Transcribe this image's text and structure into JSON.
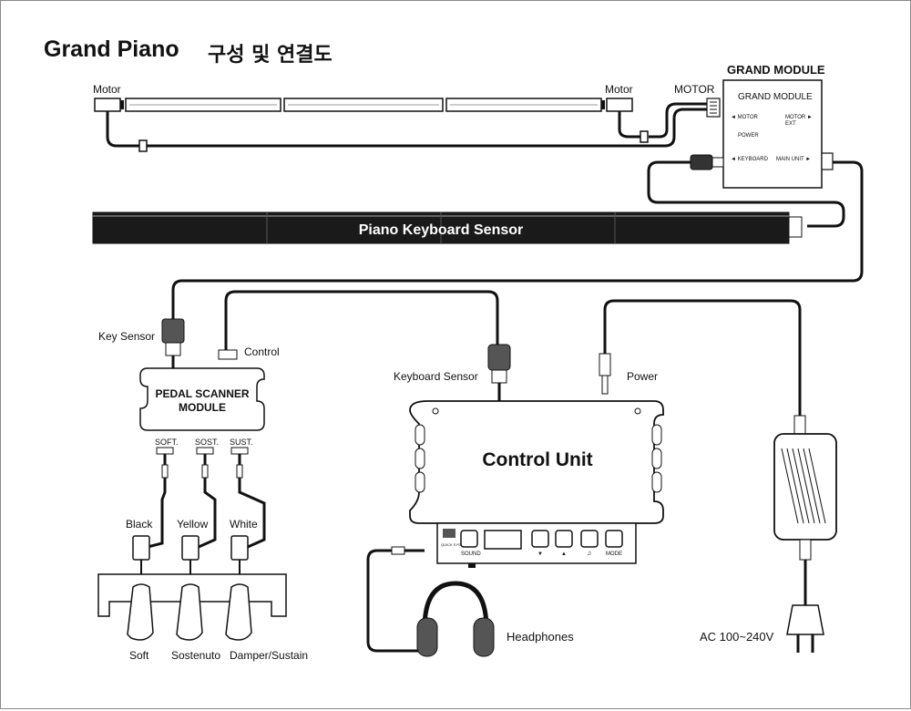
{
  "title": {
    "main": "Grand Piano",
    "sub": "구성 및 연결도"
  },
  "grand_module": {
    "heading": "GRAND MODULE",
    "box_title": "GRAND MODULE",
    "motor_port": "◄ MOTOR",
    "motor_ext_port_1": "MOTOR ►",
    "motor_ext_port_2": "EXT",
    "power_port": "POWER",
    "keyboard_port": "◄ KEYBOARD",
    "main_unit_port": "MAIN UNIT ►"
  },
  "motor_rail": {
    "left_motor_label": "Motor",
    "right_motor_label": "Motor",
    "motor_cable_label": "MOTOR"
  },
  "keyboard_sensor_bar": {
    "label": "Piano Keyboard Sensor"
  },
  "pedal_scanner": {
    "title_line1": "PEDAL SCANNER",
    "title_line2": "MODULE",
    "key_sensor_label": "Key Sensor",
    "control_label": "Control",
    "ports": [
      "SOFT.",
      "SOST.",
      "SUST."
    ]
  },
  "pedals": {
    "sensor_colors": [
      "Black",
      "Yellow",
      "White"
    ],
    "names": [
      "Soft",
      "Sostenuto",
      "Damper/Sustain"
    ]
  },
  "control_unit": {
    "title": "Control Unit",
    "keyboard_sensor_label": "Keyboard Sensor",
    "power_label": "Power",
    "logo": "QUICK SYSTEM",
    "sound_button": "SOUND",
    "down_button": "▼",
    "up_button": "▲",
    "metronome_button": "♫",
    "mode_button": "MODE"
  },
  "headphones": {
    "label": "Headphones"
  },
  "adapter": {
    "label": "AC 100~240V"
  },
  "colors": {
    "line": "#111111",
    "sensor_bar": "#1a1a1a",
    "device_fill": "#ffffff"
  }
}
